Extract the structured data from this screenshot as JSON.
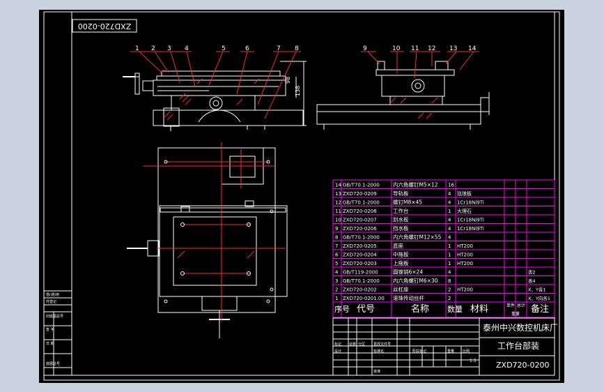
{
  "frame_bg": "#c9d2de",
  "sheet_bg": "#000000",
  "colors": {
    "border": "#ffffff",
    "table": "#ff00ff",
    "part": "#ffffff",
    "red": "#ff2a2a",
    "text": "#ffffff"
  },
  "drawing_code_stamp": "ZXD720-0200",
  "dimension_labels": [
    "98",
    "138"
  ],
  "balloon_labels": [
    "1",
    "2",
    "3",
    "4",
    "5",
    "6",
    "7",
    "8",
    "9",
    "10",
    "11",
    "12",
    "13",
    "14"
  ],
  "bom": {
    "rows": [
      {
        "no": "14",
        "code": "GB/T70.1-2000",
        "name": "内六角螺钉M5×12",
        "qty": "16",
        "material": "",
        "weight": "",
        "note": ""
      },
      {
        "no": "13",
        "code": "ZXD720-0209",
        "name": "导轨板",
        "qty": "4",
        "material": "珐琅板",
        "weight": "",
        "note": ""
      },
      {
        "no": "12",
        "code": "GB/T70.1-2000",
        "name": "螺钉M8×45",
        "qty": "4",
        "material": "1Cr18Ni9Ti",
        "weight": "",
        "note": ""
      },
      {
        "no": "11",
        "code": "ZXD720-0208",
        "name": "工作台",
        "qty": "1",
        "material": "大理石",
        "weight": "",
        "note": ""
      },
      {
        "no": "10",
        "code": "ZXD720-0207",
        "name": "刮水板",
        "qty": "4",
        "material": "1Cr18Ni9Ti",
        "weight": "",
        "note": ""
      },
      {
        "no": "9",
        "code": "ZXD720-0206",
        "name": "挡水板",
        "qty": "4",
        "material": "1Cr18Ni9Ti",
        "weight": "",
        "note": ""
      },
      {
        "no": "8",
        "code": "GB/T70.1-2000",
        "name": "内六角螺钉M12×55",
        "qty": "4",
        "material": "",
        "weight": "",
        "note": ""
      },
      {
        "no": "7",
        "code": "ZXD720-0205",
        "name": "底座",
        "qty": "1",
        "material": "HT200",
        "weight": "",
        "note": ""
      },
      {
        "no": "6",
        "code": "ZXD720-0204",
        "name": "中拖板",
        "qty": "1",
        "material": "HT200",
        "weight": "",
        "note": ""
      },
      {
        "no": "5",
        "code": "ZXD720-0203",
        "name": "上拖板",
        "qty": "1",
        "material": "HT200",
        "weight": "",
        "note": ""
      },
      {
        "no": "4",
        "code": "GB/T119-2000",
        "name": "圆锥销6×24",
        "qty": "4",
        "material": "",
        "weight": "",
        "note": "表2"
      },
      {
        "no": "3",
        "code": "GB/T70.1-2000",
        "name": "内六角螺钉M6×30",
        "qty": "8",
        "material": "",
        "weight": "",
        "note": "表4"
      },
      {
        "no": "2",
        "code": "ZXD720-0202",
        "name": "丝杠座",
        "qty": "2",
        "material": "HT200",
        "weight": "",
        "note": "X、Y各1"
      },
      {
        "no": "1",
        "code": "ZXD720-0201.00",
        "name": "滚珠传动丝杆",
        "qty": "2",
        "material": "",
        "weight": "",
        "note": "X、Y向各1"
      }
    ],
    "header": {
      "no": "序号",
      "code": "代号",
      "name": "名称",
      "qty": "数量",
      "material": "材料",
      "weight_a": "单件",
      "weight_b": "总计",
      "weight_c": "重量",
      "note": "备注"
    }
  },
  "title_block": {
    "company": "泰州中兴数控机床厂",
    "drawing_title": "工作台部装",
    "drawing_number": "ZXD720-0200",
    "scale": "1:5",
    "small_labels": [
      "标记",
      "处数",
      "分区",
      "更改文件号",
      "签名",
      "日期",
      "设计",
      "标准化",
      "审核",
      "工艺",
      "批准",
      "阶段标记",
      "重量",
      "比例",
      "共",
      "张",
      "第",
      "张"
    ]
  },
  "side_block": {
    "labels": [
      "借(通)用",
      "件登记",
      "旧底图总号",
      "签 字",
      "日 期",
      "底图总号"
    ]
  }
}
